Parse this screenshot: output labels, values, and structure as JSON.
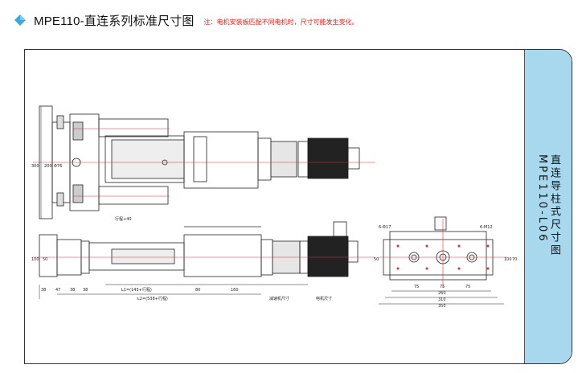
{
  "header": {
    "title": "MPE110-直连系列标准尺寸图",
    "note": "注：电机安装板匹配不同电机时，尺寸可能发生变化。"
  },
  "side": {
    "label": "直连导柱式尺寸图\nMPE110-L06"
  },
  "colors": {
    "accent": "#3aa9dd",
    "panel": "#a8d8ee",
    "note": "#e0211e",
    "centerline": "#e03030"
  },
  "icons": {
    "header": "diamond-icon"
  },
  "top_view": {
    "dims": [
      "300",
      "200",
      "Φ76"
    ]
  },
  "side_view": {
    "height_dims": [
      "100",
      "50"
    ],
    "bottom_dims": [
      "38",
      "47",
      "38",
      "38",
      "L1=(145+行程)",
      "80",
      "160"
    ],
    "total": "L2=(538+行程)",
    "motor_dims": [
      "减速机尺寸",
      "电机尺寸"
    ],
    "stroke_label": "行程+40"
  },
  "end_view": {
    "hole_labels": [
      "6-Φ17",
      "6-M12"
    ],
    "inner_dims": [
      "75",
      "75",
      "75"
    ],
    "width_dims": [
      "260",
      "310",
      "350"
    ],
    "height_dims": [
      "100",
      "70",
      "50"
    ]
  }
}
